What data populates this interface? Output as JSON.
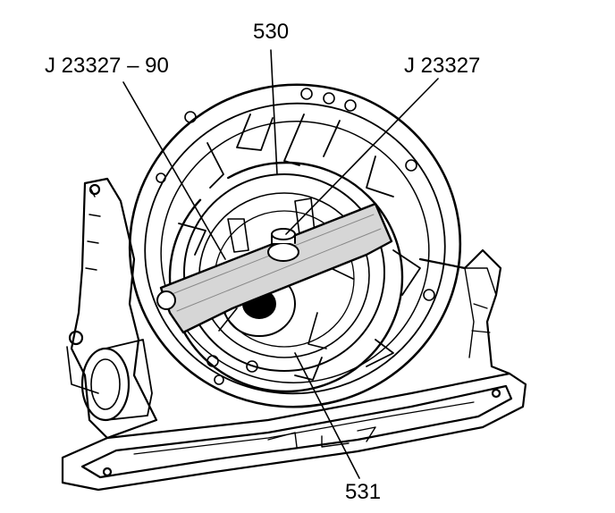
{
  "callouts": {
    "part_530": "530",
    "tool_j23327_90": "J 23327 – 90",
    "tool_j23327": "J 23327",
    "part_531": "531"
  },
  "colors": {
    "ink": "#000000",
    "paper": "#ffffff",
    "tool_shading": "#d6d6d6"
  }
}
